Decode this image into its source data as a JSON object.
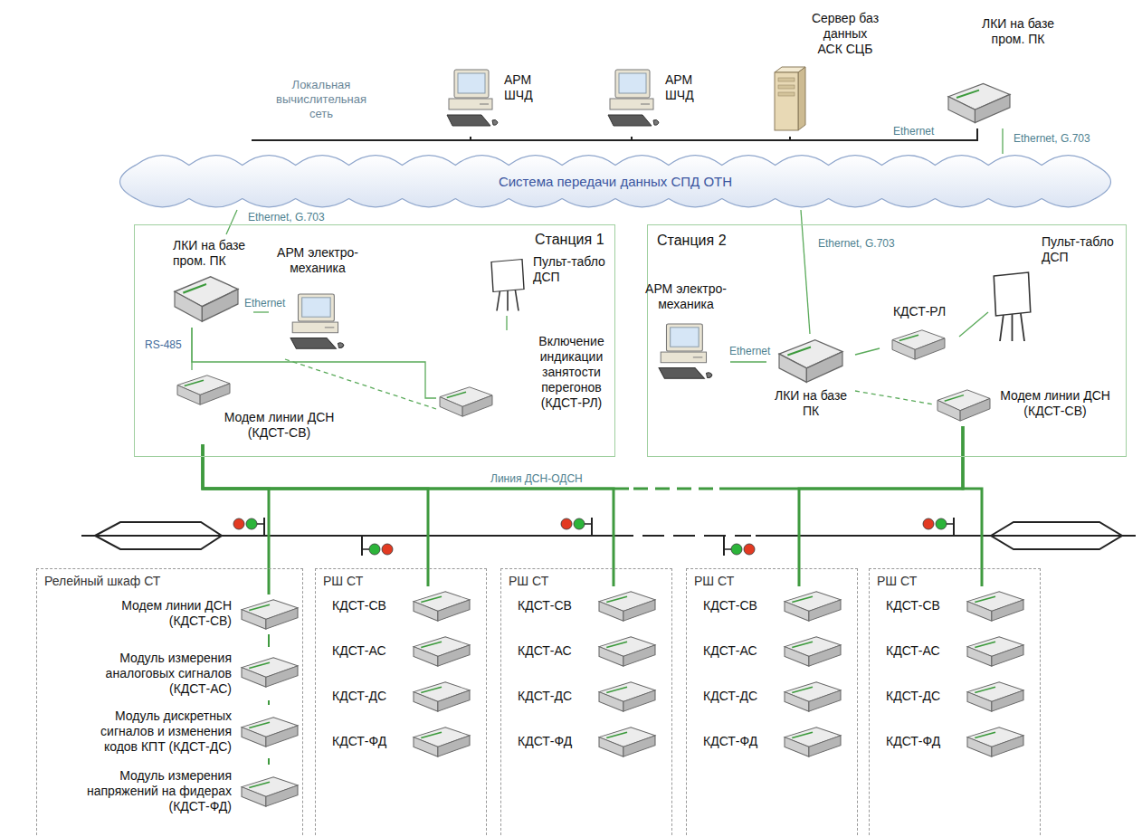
{
  "diagram": {
    "nodes": [
      {
        "text": [
          "АРМ ШЧД"
        ]
      },
      {
        "text": [
          "АРМ ШЧД"
        ]
      },
      {
        "text": [
          "Сервер баз данных АСК СЦБ"
        ]
      },
      {
        "text": [
          "ЛКИ на базе пром. ПК"
        ]
      },
      {
        "text": [
          "Система передачи данных СПД ОТН"
        ]
      },
      {
        "text": [
          "Станция 1"
        ]
      },
      {
        "text": [
          "ЛКИ на базе пром. ПК"
        ],
        "in": 5
      },
      {
        "text": [
          "АРМ электро-механика"
        ],
        "in": 5
      },
      {
        "text": [
          "Пульт-табло ДСП"
        ],
        "in": 5
      },
      {
        "text": [
          "Модем линии ДСН (КДСТ-СВ)"
        ],
        "in": 5
      },
      {
        "text": [
          "Включение индикации занятости перегонов (КДСТ-РЛ)"
        ],
        "in": 5
      },
      {
        "text": [
          "Станция 2"
        ]
      },
      {
        "text": [
          "АРМ электро-механика"
        ],
        "in": 11
      },
      {
        "text": [
          "ЛКИ на базе ПК"
        ],
        "in": 11
      },
      {
        "text": [
          "КДСТ-РЛ"
        ],
        "in": 11
      },
      {
        "text": [
          "Пульт-табло ДСП"
        ],
        "in": 11
      },
      {
        "text": [
          "Модем линии ДСН (КДСТ-СВ)"
        ],
        "in": 11
      },
      {
        "text": [
          "Релейный шкаф СТ"
        ]
      },
      {
        "text": [
          "Модем линии ДСН (КДСТ-СВ)"
        ],
        "in": 17
      },
      {
        "text": [
          "Модуль измерения аналоговых сигналов (КДСТ-АС)"
        ],
        "in": 17
      },
      {
        "text": [
          "Модуль дискретных сигналов и изменения кодов КПТ (КДСТ-ДС)"
        ],
        "in": 17
      },
      {
        "text": [
          "Модуль измерения напряжений на фидерах (КДСТ-ФД)"
        ],
        "in": 17
      },
      {
        "text": [
          "РШ СТ"
        ]
      },
      {
        "text": [
          "КДСТ-СВ"
        ],
        "in": 22
      },
      {
        "text": [
          "КДСТ-АС"
        ],
        "in": 22
      },
      {
        "text": [
          "КДСТ-ДС"
        ],
        "in": 22
      },
      {
        "text": [
          "КДСТ-ФД"
        ],
        "in": 22
      },
      {
        "text": [
          "РШ СТ"
        ]
      },
      {
        "text": [
          "КДСТ-СВ"
        ],
        "in": 27
      },
      {
        "text": [
          "КДСТ-АС"
        ],
        "in": 27
      },
      {
        "text": [
          "КДСТ-ДС"
        ],
        "in": 27
      },
      {
        "text": [
          "КДСТ-ФД"
        ],
        "in": 27
      },
      {
        "text": [
          "РШ СТ"
        ]
      },
      {
        "text": [
          "КДСТ-СВ"
        ],
        "in": 32
      },
      {
        "text": [
          "КДСТ-АС"
        ],
        "in": 32
      },
      {
        "text": [
          "КДСТ-ДС"
        ],
        "in": 32
      },
      {
        "text": [
          "КДСТ-ФД"
        ],
        "in": 32
      },
      {
        "text": [
          "РШ СТ"
        ]
      },
      {
        "text": [
          "КДСТ-СВ"
        ],
        "in": 37
      },
      {
        "text": [
          "КДСТ-АС"
        ],
        "in": 37
      },
      {
        "text": [
          "КДСТ-ДС"
        ],
        "in": 37
      },
      {
        "text": [
          "КДСТ-ФД"
        ],
        "in": 37
      }
    ],
    "edges": [
      {
        "from": 0,
        "to": 1,
        "arrow": "none"
      },
      {
        "from": 1,
        "to": 2,
        "arrow": "none"
      },
      {
        "from": 2,
        "to": 3,
        "label": "Ethernet",
        "arrow": "none"
      },
      {
        "from": 3,
        "to": 4,
        "label": "Ethernet, G.703",
        "arrow": "none"
      },
      {
        "from": 4,
        "to": 6,
        "label": "Ethernet, G.703",
        "arrow": "none"
      },
      {
        "from": 4,
        "to": 13,
        "label": "Ethernet, G.703",
        "arrow": "none"
      },
      {
        "from": 6,
        "to": 7,
        "label": "Ethernet",
        "arrow": "none"
      },
      {
        "from": 6,
        "to": 9,
        "label": "RS-485",
        "arrow": "none"
      },
      {
        "from": 6,
        "to": 10,
        "arrow": "none"
      },
      {
        "from": 7,
        "to": 10,
        "arrow": "none"
      },
      {
        "from": 10,
        "to": 8,
        "arrow": "none"
      },
      {
        "from": 12,
        "to": 13,
        "label": "Ethernet",
        "arrow": "none"
      },
      {
        "from": 13,
        "to": 14,
        "arrow": "none"
      },
      {
        "from": 14,
        "to": 15,
        "arrow": "none"
      },
      {
        "from": 13,
        "to": 16,
        "arrow": "none"
      },
      {
        "from": 9,
        "to": 16,
        "label": "Линия ДСН-ОДСН",
        "arrow": "none"
      },
      {
        "from": 9,
        "to": 18,
        "arrow": "none"
      },
      {
        "from": 9,
        "to": 23,
        "arrow": "none"
      },
      {
        "from": 9,
        "to": 28,
        "arrow": "none"
      },
      {
        "from": 16,
        "to": 33,
        "arrow": "none"
      },
      {
        "from": 16,
        "to": 38,
        "arrow": "none"
      },
      {
        "from": 18,
        "to": 19,
        "arrow": "none"
      },
      {
        "from": 19,
        "to": 20,
        "arrow": "none"
      },
      {
        "from": 20,
        "to": 21,
        "arrow": "none"
      }
    ],
    "labels": [
      "Локальная вычислительная сеть"
    ]
  }
}
